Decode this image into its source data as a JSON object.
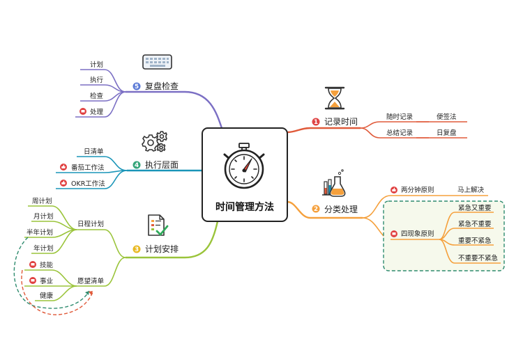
{
  "center": {
    "title": "时间管理方法"
  },
  "colors": {
    "red": "#e05a3a",
    "orange": "#f5a03c",
    "green": "#9ac43a",
    "teal": "#1a95b8",
    "purple": "#7b6fc4",
    "dashed_box": "#2e8b6e",
    "dashed_box_fill": "#f6f9ec",
    "badge_red": "#e04040",
    "badge_num_red": "#e04545",
    "badge_num_orange": "#f5a03c",
    "badge_num_yellow": "#e8b820",
    "badge_num_teal": "#35a57a",
    "badge_num_purple": "#5b7ad6"
  },
  "branches": {
    "record": {
      "number": "1",
      "label": "记录时间",
      "icon": "hourglass-icon",
      "items": [
        {
          "label": "随时记录",
          "child": "便签法"
        },
        {
          "label": "总结记录",
          "child": "日复盘"
        }
      ]
    },
    "classify": {
      "number": "2",
      "label": "分类处理",
      "icon": "flask-icon",
      "two_min": {
        "label": "两分钟原则",
        "child": "马上解决",
        "badge": "thumbs-up-icon"
      },
      "quadrant": {
        "label": "四现象原则",
        "badge": "flag-icon",
        "children": [
          "紧急又重要",
          "紧急不重要",
          "重要不紧急",
          "不重要不紧急"
        ]
      }
    },
    "plan": {
      "number": "3",
      "label": "计划安排",
      "icon": "checklist-icon",
      "schedule": {
        "label": "日程计划",
        "children": [
          "周计划",
          "月计划",
          "半年计划",
          "年计划"
        ]
      },
      "wish": {
        "label": "愿望清单",
        "children": [
          {
            "label": "技能",
            "badge": "flag-icon"
          },
          {
            "label": "事业",
            "badge": "flag-icon"
          },
          {
            "label": "健康",
            "badge": ""
          }
        ]
      }
    },
    "execute": {
      "number": "4",
      "label": "执行层面",
      "icon": "gears-icon",
      "items": [
        {
          "label": "日清单",
          "badge": ""
        },
        {
          "label": "番茄工作法",
          "badge": "thumbs-up-icon"
        },
        {
          "label": "OKR工作法",
          "badge": "thumbs-up-icon"
        }
      ]
    },
    "review": {
      "number": "5",
      "label": "复盘检查",
      "icon": "keyboard-icon",
      "items": [
        {
          "label": "计划",
          "badge": ""
        },
        {
          "label": "执行",
          "badge": ""
        },
        {
          "label": "检查",
          "badge": ""
        },
        {
          "label": "处理",
          "badge": "flag-icon"
        }
      ]
    }
  }
}
